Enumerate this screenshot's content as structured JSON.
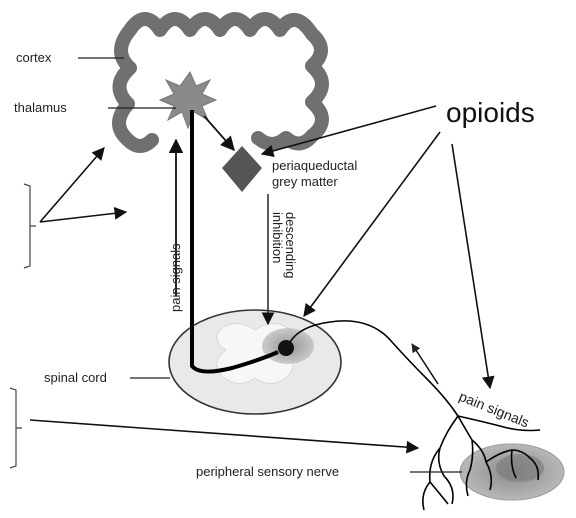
{
  "labels": {
    "cortex": "cortex",
    "thalamus": "thalamus",
    "pag_line1": "periaqueductal",
    "pag_line2": "grey matter",
    "descending_line1": "descending",
    "descending_line2": "inhibition",
    "pain_signals_vertical": "pain signals",
    "spinal_cord": "spinal cord",
    "pain_signals_nerve": "pain signals",
    "peripheral_nerve": "peripheral sensory nerve"
  },
  "callout": {
    "opioids": "opioids"
  },
  "colors": {
    "cortex": "#707070",
    "thalamus": "#8a8a8a",
    "pag": "#555555",
    "spinal_outer": "#e9e9e9",
    "spinal_grey": "#f7f7f7",
    "dorsal_horn_glow": "#9a9a9a",
    "receptive_field": "#a9a9a9",
    "line_dark": "#222222"
  }
}
